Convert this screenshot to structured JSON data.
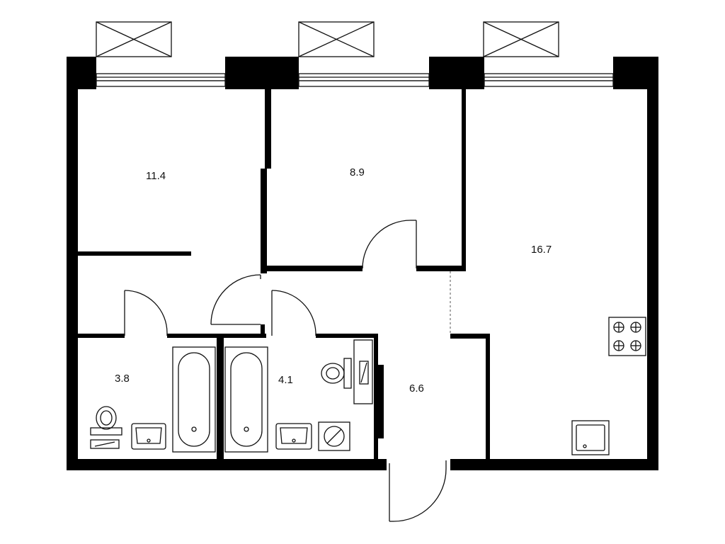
{
  "plan": {
    "rooms": [
      {
        "id": "bedroom-1",
        "area": "11.4"
      },
      {
        "id": "bedroom-2",
        "area": "8.9"
      },
      {
        "id": "living-kitchen",
        "area": "16.7"
      },
      {
        "id": "bathroom-1",
        "area": "3.8"
      },
      {
        "id": "bathroom-2",
        "area": "4.1"
      },
      {
        "id": "hallway",
        "area": "6.6"
      }
    ]
  }
}
